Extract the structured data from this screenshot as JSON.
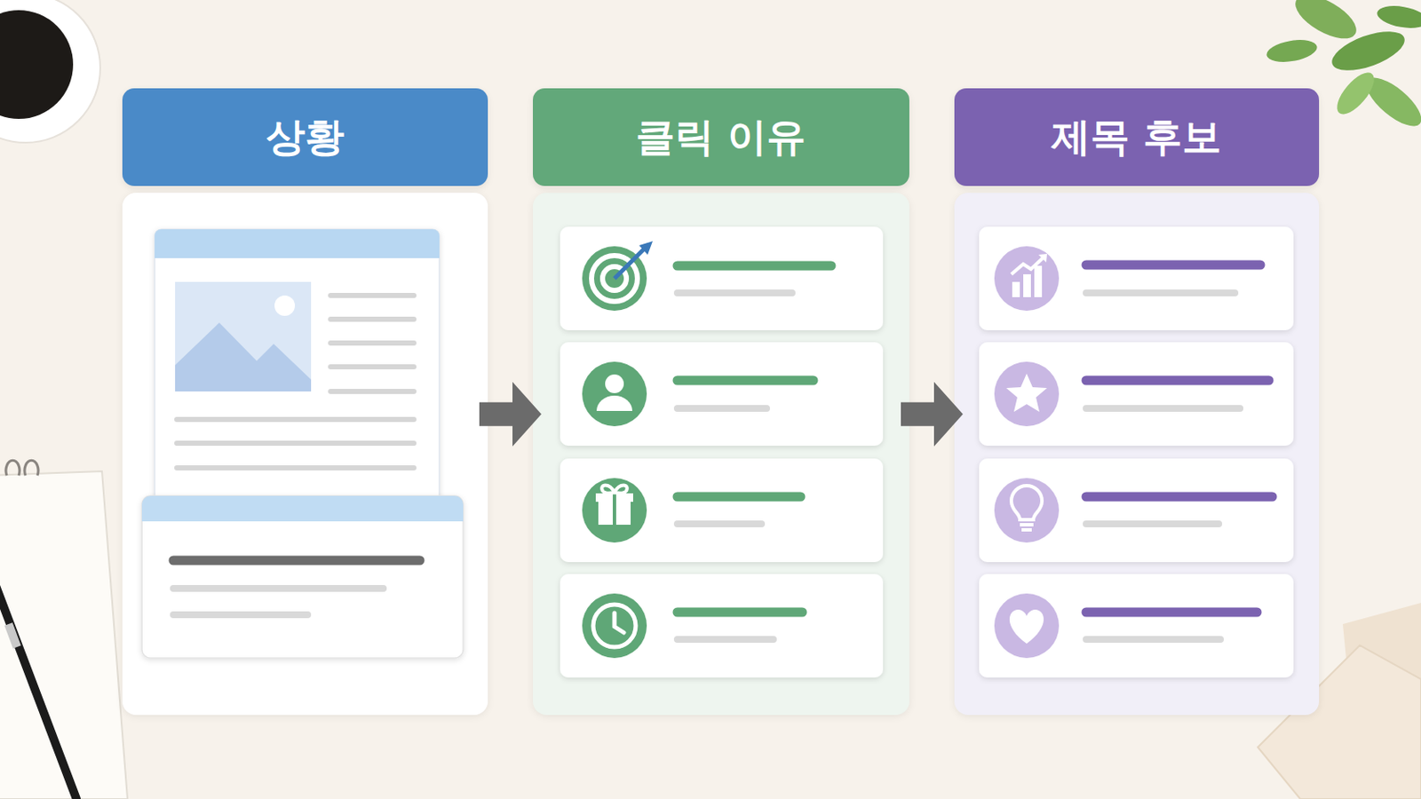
{
  "diagram": {
    "nodes": [
      {
        "text": [
          "상황"
        ]
      },
      {
        "text": [
          "클릭 이유"
        ]
      },
      {
        "text": [
          "제목 후보"
        ]
      }
    ],
    "edges": [
      {
        "from": 0,
        "to": 1,
        "arrow": "to"
      },
      {
        "from": 1,
        "to": 2,
        "arrow": "to"
      }
    ]
  }
}
